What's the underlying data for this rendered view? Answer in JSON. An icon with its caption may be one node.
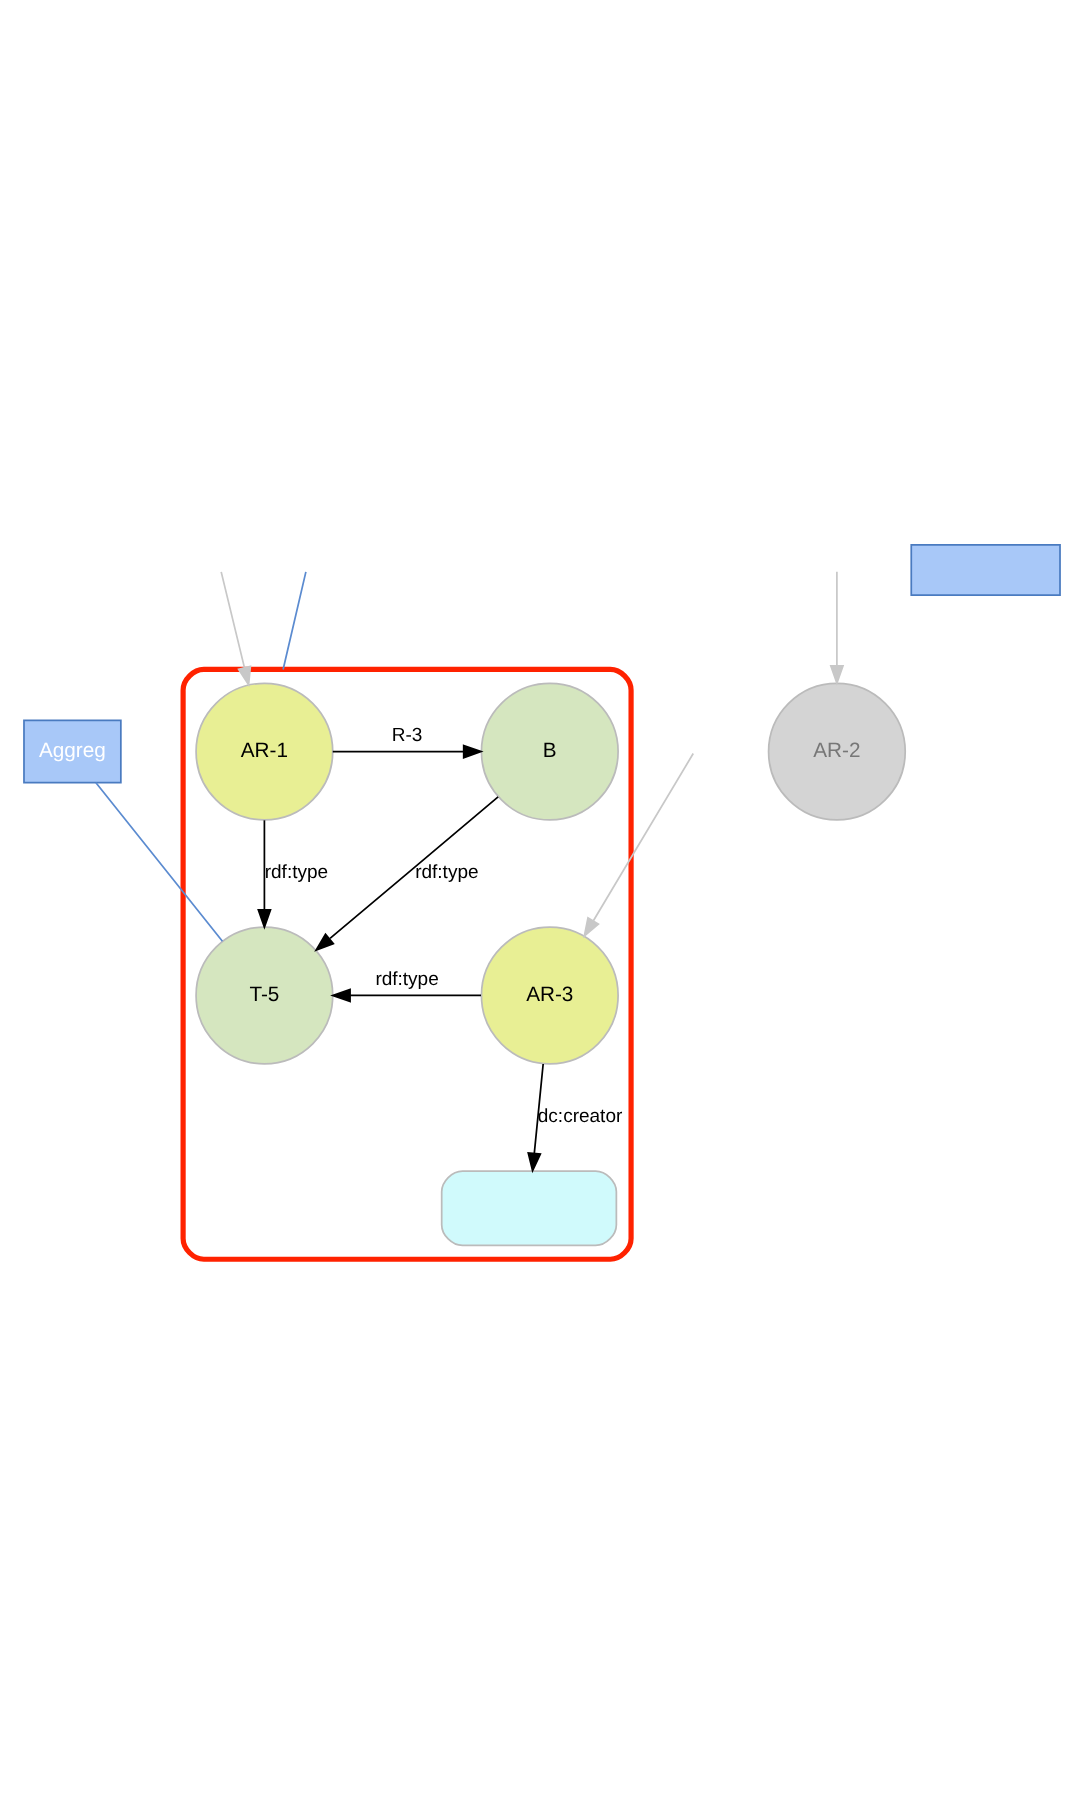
{
  "diagram": {
    "nodes": [
      {
        "text": [],
        "shape": "cloud"
      },
      {
        "text": [
          "AR-1"
        ],
        "in": 0
      },
      {
        "text": [
          "B"
        ],
        "in": 0
      },
      {
        "text": [
          "AR-2"
        ]
      },
      {
        "text": [
          "AR-3"
        ],
        "in": 0
      },
      {
        "text": [
          "T-5"
        ],
        "in": 0
      },
      {
        "text": [],
        "shape": "box",
        "in": 0
      },
      {
        "text": [],
        "shape": "box"
      },
      {
        "text": [
          "Aggreg"
        ]
      }
    ],
    "edges": [
      {
        "from": 1,
        "to": 2,
        "label": "R-3",
        "arrow": "to"
      },
      {
        "from": 2,
        "to": 5,
        "label": "rdf:type",
        "arrow": "to"
      },
      {
        "from": 1,
        "to": 5,
        "label": "rdf:type",
        "arrow": "to"
      },
      {
        "from": 4,
        "to": 5,
        "label": "rdf:type",
        "arrow": "to"
      },
      {
        "from": 4,
        "to": 6,
        "label": "dc:creator",
        "arrow": "to"
      },
      {
        "from": null,
        "to": 1,
        "arrow": "to",
        "color": "#c8c8c8"
      },
      {
        "from": null,
        "to": 3,
        "arrow": "to",
        "color": "#c8c8c8"
      },
      {
        "from": null,
        "to": 4,
        "arrow": "to",
        "color": "#c8c8c8"
      },
      {
        "from": null,
        "to": 0,
        "arrow": "none",
        "color": "#5b8bd0"
      },
      {
        "from": 8,
        "to": 5,
        "arrow": "none",
        "color": "#5b8bd0"
      }
    ]
  }
}
